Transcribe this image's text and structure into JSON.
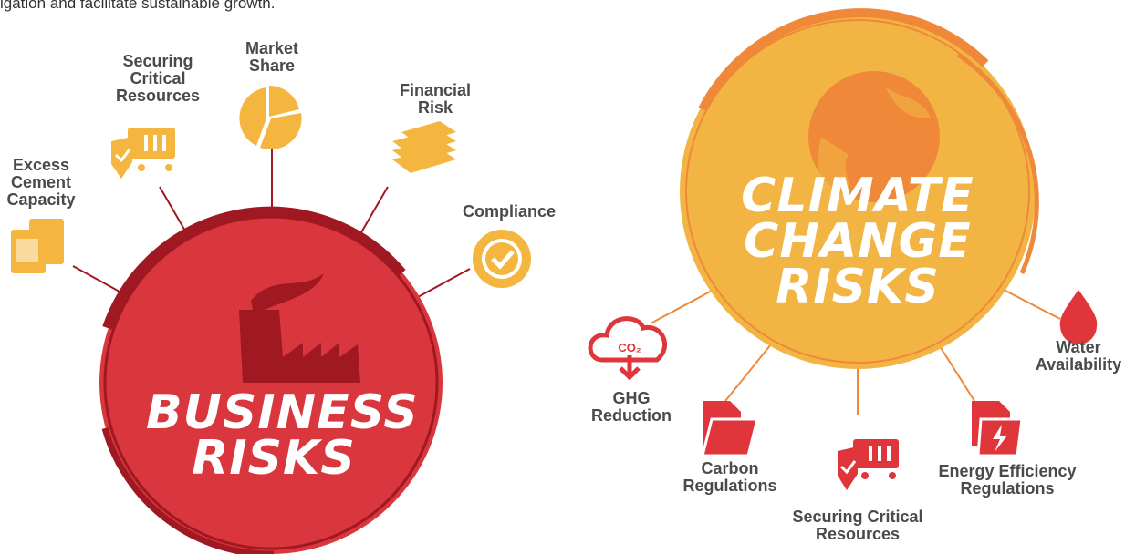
{
  "intro_text": "igation and facilitate sustainable growth.",
  "colors": {
    "business": "#d9363e",
    "business_dark": "#a01822",
    "climate": "#f2b544",
    "climate_dark": "#f0883a",
    "icon_yellow": "#f4b63f",
    "icon_red": "#e0363b"
  },
  "business": {
    "title_line1": "BUSINESS",
    "title_line2": "RISKS",
    "icon": "factory-icon",
    "items": [
      {
        "lines": [
          "Excess",
          "Cement",
          "Capacity"
        ],
        "icon": "cement-bags-icon"
      },
      {
        "lines": [
          "Securing",
          "Critical",
          "Resources"
        ],
        "icon": "shield-cart-icon"
      },
      {
        "lines": [
          "Market",
          "Share"
        ],
        "icon": "pie-chart-icon"
      },
      {
        "lines": [
          "Financial",
          "Risk"
        ],
        "icon": "money-stack-icon"
      },
      {
        "lines": [
          "Compliance"
        ],
        "icon": "check-badge-icon"
      }
    ]
  },
  "climate": {
    "title_line1": "CLIMATE",
    "title_line2": "CHANGE",
    "title_line3": "RISKS",
    "icon": "globe-icon",
    "items": [
      {
        "lines": [
          "GHG",
          "Reduction"
        ],
        "icon": "co2-cloud-icon"
      },
      {
        "lines": [
          "Carbon",
          "Regulations"
        ],
        "icon": "document-folder-icon"
      },
      {
        "lines": [
          "Securing Critical",
          "Resources"
        ],
        "icon": "shield-cart-icon"
      },
      {
        "lines": [
          "Energy Efficiency",
          "Regulations"
        ],
        "icon": "document-bolt-icon"
      },
      {
        "lines": [
          "Water",
          "Availability"
        ],
        "icon": "water-drop-icon"
      }
    ]
  }
}
